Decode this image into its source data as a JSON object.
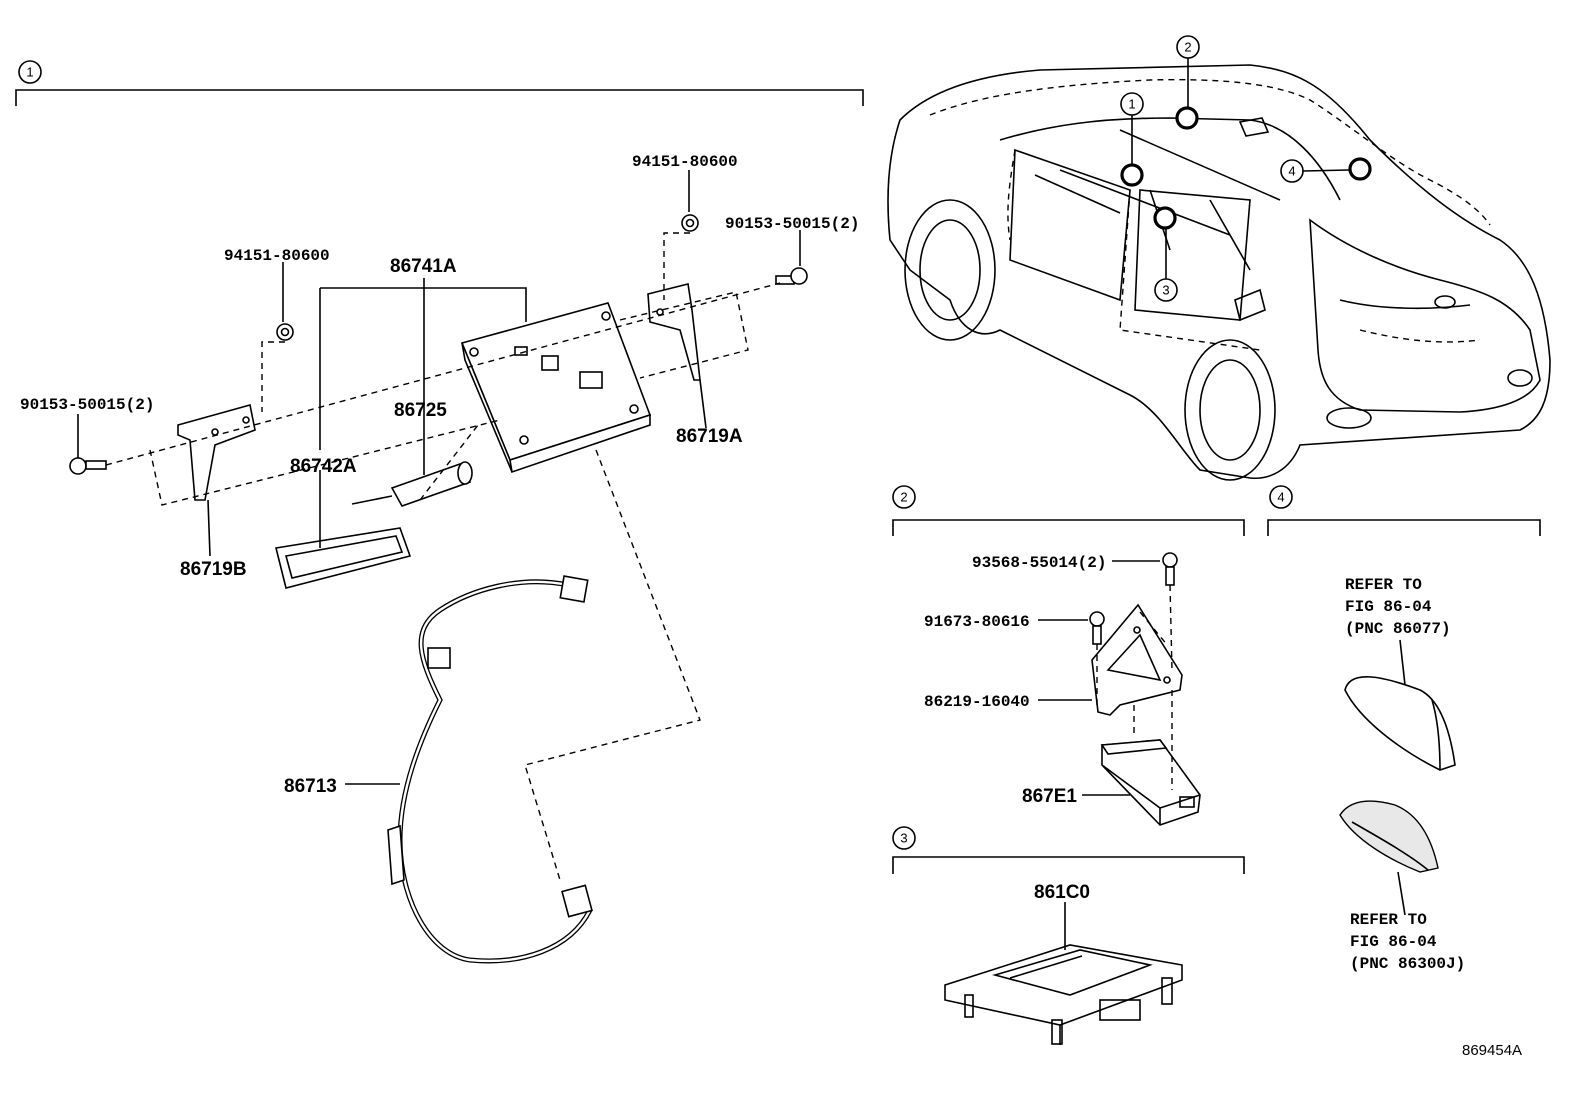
{
  "section_markers": {
    "s1": "1",
    "s2": "2",
    "s3": "3",
    "s4": "4"
  },
  "car_markers": {
    "m1": "1",
    "m2": "2",
    "m3": "3",
    "m4": "4"
  },
  "labels": {
    "p94151_left": "94151-80600",
    "p94151_right": "94151-80600",
    "p90153_left": "90153-50015(2)",
    "p90153_right": "90153-50015(2)",
    "p86741A": "86741A",
    "p86725": "86725",
    "p86742A": "86742A",
    "p86719A": "86719A",
    "p86719B": "86719B",
    "p86713": "86713",
    "p93568": "93568-55014(2)",
    "p91673": "91673-80616",
    "p86219": "86219-16040",
    "p867E1": "867E1",
    "p861C0": "861C0"
  },
  "refer_top": {
    "line1": "REFER TO",
    "line2": "FIG 86-04",
    "line3": "(PNC 86077)"
  },
  "refer_bottom": {
    "line1": "REFER TO",
    "line2": "FIG 86-04",
    "line3": "(PNC 86300J)"
  },
  "figure_id": "869454A"
}
